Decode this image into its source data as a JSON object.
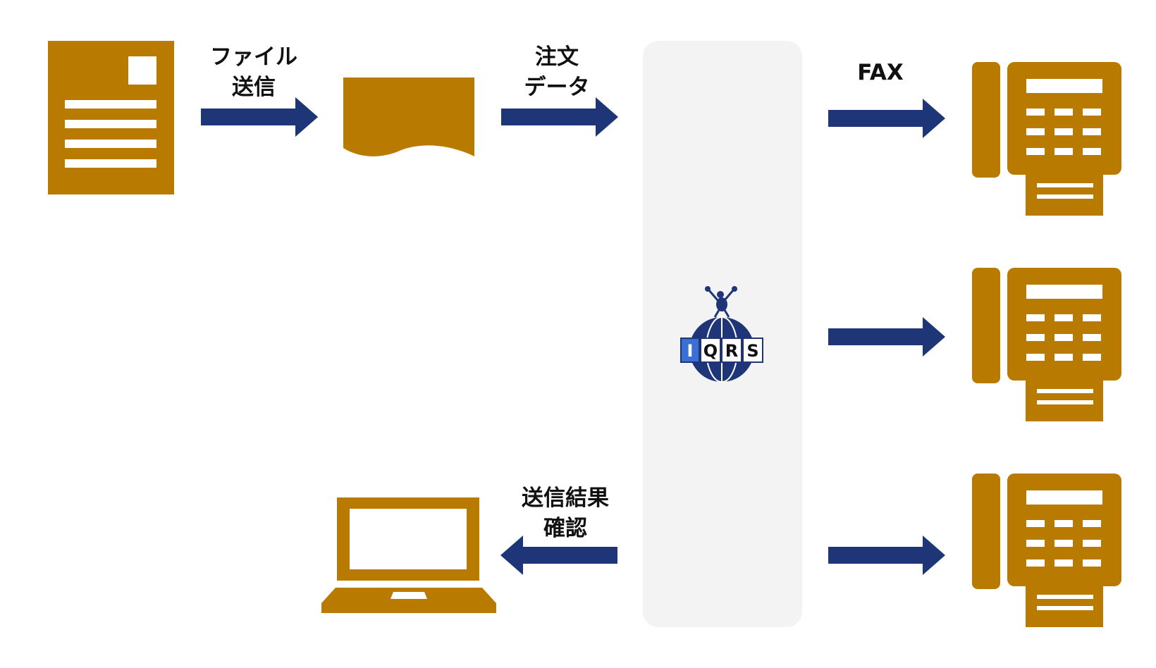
{
  "colors": {
    "icon": "#b97a00",
    "arrow": "#1e3678",
    "panel": "#f3f3f3"
  },
  "labels": {
    "file_send": [
      "ファイル",
      "送信"
    ],
    "order_data": [
      "注文",
      "データ"
    ],
    "fax": "FAX",
    "result_confirm": [
      "送信結果",
      "確認"
    ]
  },
  "logo": {
    "letters": [
      "I",
      "Q",
      "R",
      "S"
    ]
  },
  "icons": {
    "document": "document-icon",
    "data_sheet": "data-sheet-icon",
    "laptop": "laptop-icon",
    "fax_machine": "fax-machine-icon",
    "arrow": "arrow-right-icon"
  }
}
